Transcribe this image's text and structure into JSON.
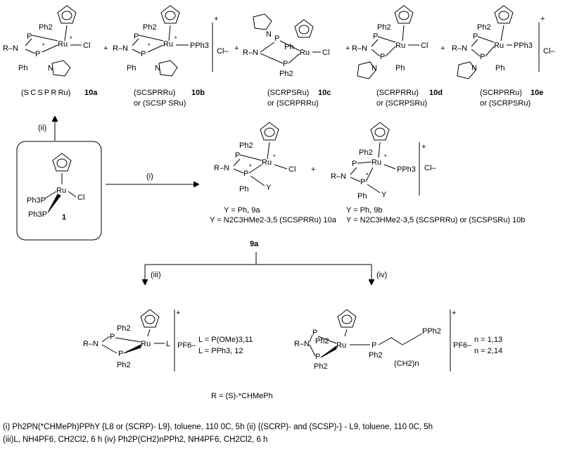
{
  "top_row": [
    {
      "id": "10a",
      "config": "(S C S P R Ru)",
      "config_alt": "",
      "label": "10a"
    },
    {
      "id": "10b",
      "config": "(SCSPRRu)",
      "config_alt": "or (SCSP SRu)",
      "label": "10b"
    },
    {
      "id": "10c",
      "config": "(SCRPSRu)",
      "config_alt": "or (SCRPRRu)",
      "label": "10c"
    },
    {
      "id": "10d",
      "config": "(SCRPRRu)",
      "config_alt": "or (SCRPSRu)",
      "label": "10d"
    },
    {
      "id": "10e",
      "config": "(SCRPRRu)",
      "config_alt": "or (SCRPSRu)",
      "label": "10e"
    }
  ],
  "atoms": {
    "ru": "Ru",
    "cl": "Cl",
    "p": "P",
    "n": "N",
    "ph": "Ph",
    "ph2": "Ph2",
    "pph3": "PPh3",
    "r_n": "R–N",
    "star": "*",
    "cl_minus": "Cl–",
    "plus": "+",
    "y": "Y",
    "ph3p": "Ph3P",
    "l": "L",
    "pf6": "PF6–",
    "pph2": "PPh2",
    "ch2n": "(CH2)n"
  },
  "start_compound_label": "1",
  "arrow_labels": {
    "i": "(i)",
    "ii": "(ii)",
    "iii": "(iii)",
    "iv": "(iv)"
  },
  "middle": {
    "left_lines": [
      "Y = Ph, 9a",
      "Y = N2C3HMe2-3,5 (SCSPRRu)  10a"
    ],
    "right_lines": [
      "Y = Ph, 9b",
      "Y = N2C3HMe2-3,5 (SCSPRRu) or (SCSPSRu)  10b"
    ]
  },
  "branch_label": "9a",
  "products": {
    "left": [
      "L = P(OMe)3,11",
      "L = PPh3, 12"
    ],
    "right": [
      "n = 1,13",
      "n = 2,14"
    ]
  },
  "r_definition": "R = (S)-*CHMePh",
  "conditions": [
    "(i)  Ph2PN(*CHMePh)PPhY {L8 or (SCRP)- L9}, toluene, 110 0C, 5h (ii) {(SCRP)- and (SCSP)-} - L9, toluene, 110 0C, 5h",
    "(iii)L, NH4PF6, CH2Cl2, 6 h (iv) Ph2P(CH2)nPPh2, NH4PF6, CH2Cl2, 6 h"
  ]
}
